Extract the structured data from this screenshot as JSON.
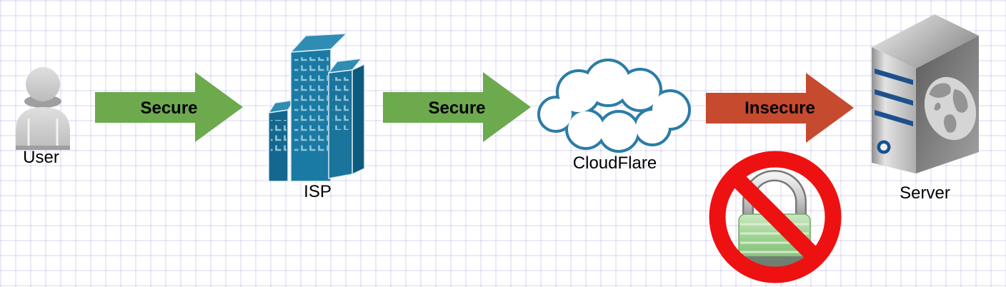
{
  "diagram": {
    "type": "flow",
    "background": "graph-paper-grid",
    "nodes": [
      {
        "id": "user",
        "label": "User",
        "icon": "person-icon"
      },
      {
        "id": "isp",
        "label": "ISP",
        "icon": "office-building-icon"
      },
      {
        "id": "cloudflare",
        "label": "CloudFlare",
        "icon": "cloud-icon"
      },
      {
        "id": "server",
        "label": "Server",
        "icon": "server-tower-icon"
      }
    ],
    "edges": [
      {
        "from": "user",
        "to": "isp",
        "label": "Secure",
        "status": "secure",
        "direction": "right"
      },
      {
        "from": "isp",
        "to": "cloudflare",
        "label": "Secure",
        "status": "secure",
        "direction": "right"
      },
      {
        "from": "cloudflare",
        "to": "server",
        "label": "Insecure",
        "status": "insecure",
        "direction": "right"
      }
    ],
    "annotations": [
      {
        "id": "no-encryption",
        "icon": "prohibited-padlock-icon",
        "position": "below-insecure-arrow"
      }
    ],
    "colors": {
      "secure_arrow": "#6caa4d",
      "insecure_arrow": "#c64a2e",
      "building_blue": "#1b7aa4",
      "cloud_outline": "#2b7ca7",
      "prohibition_red": "#ee1111",
      "padlock_green": "#93cc88",
      "grid_line": "#edebf8",
      "label_text": "#000000"
    }
  }
}
